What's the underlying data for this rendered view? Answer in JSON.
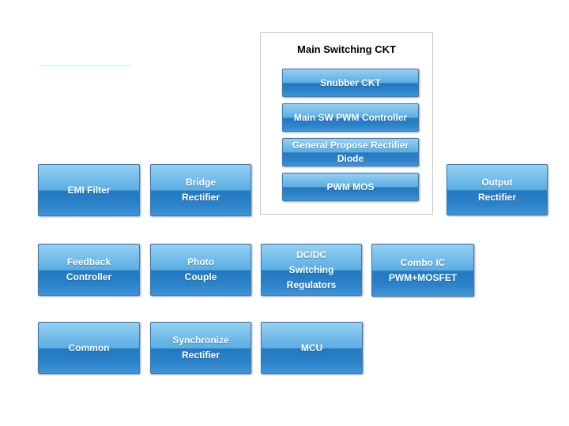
{
  "colors": {
    "background": "#ffffff",
    "button_border": "#3a7ab6",
    "button_gloss_top": "#96d0f3",
    "button_gloss_mid_upper": "#5cade2",
    "button_gloss_mid_lower": "#2379c1",
    "button_gloss_bottom": "#4095d6",
    "button_text": "#ffffff",
    "group_border": "#c9c9c9",
    "group_title_text": "#000000",
    "ghost_line": "#d9f6f9"
  },
  "main_group": {
    "title": "Main Switching CKT",
    "items": {
      "snubber": {
        "lines": [
          "Snubber CKT"
        ]
      },
      "main_sw_pwm": {
        "lines": [
          "Main SW PWM Controller"
        ]
      },
      "general_diode": {
        "lines": [
          "General Propose Rectifier",
          "Diode"
        ]
      },
      "pwm_mos": {
        "lines": [
          "PWM MOS"
        ]
      }
    }
  },
  "blocks": {
    "emi": {
      "lines": [
        "EMI Filter"
      ]
    },
    "bridge": {
      "lines": [
        "Bridge",
        "Rectifier"
      ]
    },
    "output": {
      "lines": [
        "Output",
        "Rectifier"
      ]
    },
    "feedback": {
      "lines": [
        "Feedback",
        "Controller"
      ]
    },
    "photo": {
      "lines": [
        "Photo",
        "Couple"
      ]
    },
    "dcdc": {
      "lines": [
        "DC/DC",
        "Switching",
        "Regulators"
      ]
    },
    "combo": {
      "lines": [
        "Combo IC",
        "PWM+MOSFET"
      ]
    },
    "common": {
      "lines": [
        "Common"
      ]
    },
    "sync": {
      "lines": [
        "Synchronize",
        "Rectifier"
      ]
    },
    "mcu": {
      "lines": [
        "MCU"
      ]
    }
  }
}
